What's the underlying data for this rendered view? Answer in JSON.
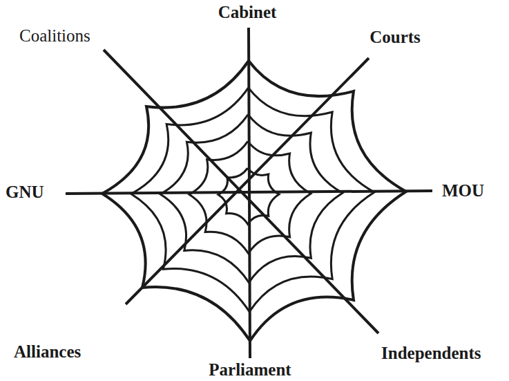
{
  "diagram": {
    "labels": [
      "Cabinet",
      "Coalitions",
      "Courts",
      "GNU",
      "MOU",
      "Alliances",
      "Independents",
      "Parliament"
    ]
  }
}
